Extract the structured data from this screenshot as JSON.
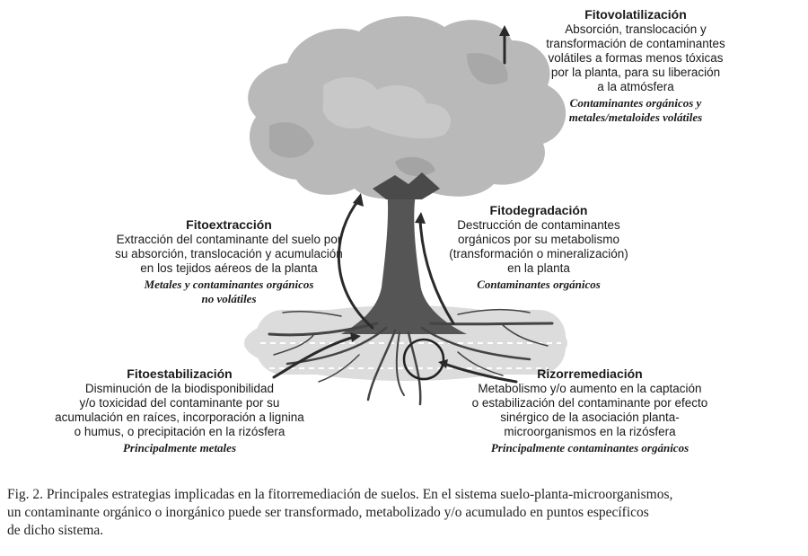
{
  "diagram": {
    "fitovolatilizacion": {
      "title": "Fitovolatilización",
      "desc_lines": [
        "Absorción, translocación y",
        "transformación de contaminantes",
        "volátiles a formas menos tóxicas",
        "por la planta, para su liberación",
        "a la atmósfera"
      ],
      "note_lines": [
        "Contaminantes orgánicos y",
        "metales/metaloides volátiles"
      ]
    },
    "fitoextraccion": {
      "title": "Fitoextracción",
      "desc_lines": [
        "Extracción del contaminante del suelo por",
        "su absorción, translocación y acumulación",
        "en los tejidos aéreos de la planta"
      ],
      "note_lines": [
        "Metales y contaminantes orgánicos",
        "no volátiles"
      ]
    },
    "fitodegradacion": {
      "title": "Fitodegradación",
      "desc_lines": [
        "Destrucción de contaminantes",
        "orgánicos por su metabolismo",
        "(transformación o mineralización)",
        "en la planta"
      ],
      "note_lines": [
        "Contaminantes orgánicos"
      ]
    },
    "fitoestabilizacion": {
      "title": "Fitoestabilización",
      "desc_lines": [
        "Disminución de la biodisponibilidad",
        "y/o toxicidad del contaminante por su",
        "acumulación en raíces, incorporación a lignina",
        "o humus, o precipitación en la rizósfera"
      ],
      "note_lines": [
        "Principalmente metales"
      ]
    },
    "rizorremediacion": {
      "title": "Rizorremediación",
      "desc_lines": [
        "Metabolismo y/o aumento en la captación",
        "o estabilización del contaminante por efecto",
        "sinérgico de la asociación planta-",
        "microorganismos en la rizósfera"
      ],
      "note_lines": [
        "Principalmente contaminantes orgánicos"
      ]
    }
  },
  "caption_lines": [
    "Fig. 2. Principales estrategias implicadas en la fitorremediación de suelos.  En el sistema suelo-planta-microorganismos,",
    "un contaminante orgánico o inorgánico puede ser transformado, metabolizado y/o acumulado en puntos específicos",
    "de dicho sistema."
  ],
  "colors": {
    "canopy": "#b9b9b9",
    "canopy_shade": "#a4a4a4",
    "trunk": "#555555",
    "soil": "#dcdcdc",
    "arrow": "#2a2a2a"
  }
}
